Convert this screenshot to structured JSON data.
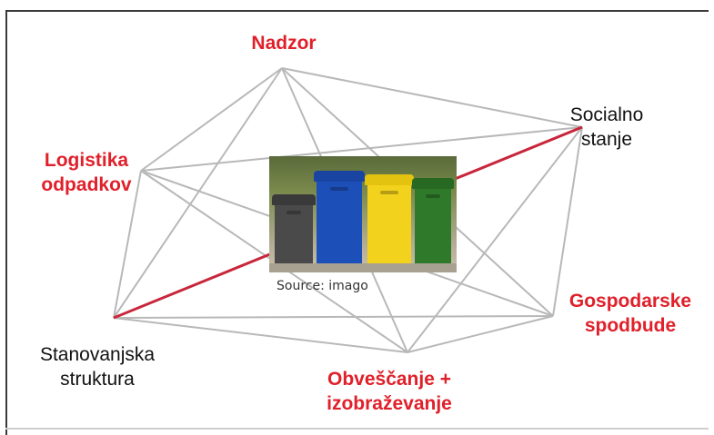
{
  "nodes": {
    "nadzor": "Nadzor",
    "socialno": "Socialno\nstanje",
    "logistika": "Logistika\nodpadkov",
    "gospodarske": "Gospodarske\nspodbude",
    "stanovanjska": "Stanovanjska\nstruktura",
    "obvescanje": "Obveščanje +\nizobraževanje"
  },
  "image_caption": "Source: imago",
  "colors": {
    "highlight_text": "#e0202a",
    "highlight_edge": "#c8263a",
    "edge": "#b8b8b8",
    "normal_text": "#111111"
  },
  "bins": [
    {
      "color": "#4a4a4a",
      "name": "grey bin"
    },
    {
      "color": "#1d4fb8",
      "name": "blue bin"
    },
    {
      "color": "#f2d21c",
      "name": "yellow bin"
    },
    {
      "color": "#2f7a2a",
      "name": "green bin"
    }
  ]
}
